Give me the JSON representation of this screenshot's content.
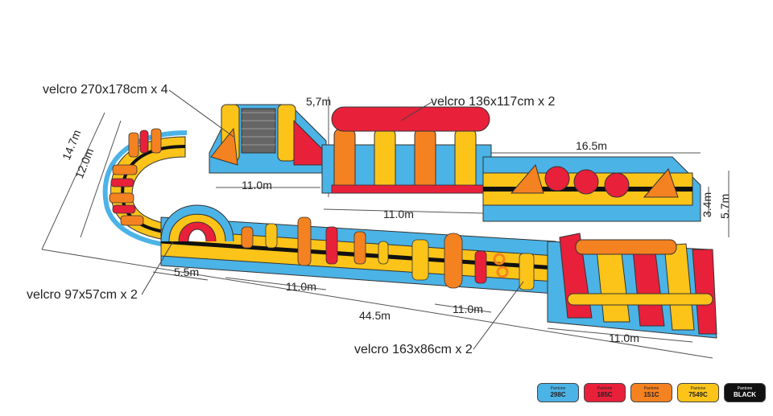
{
  "callouts": {
    "velcro_top_left": "velcro 270x178cm x 4",
    "velcro_top_center": "velcro 136x117cm x 2",
    "velcro_bottom_left": "velcro 97x57cm x 2",
    "velcro_bottom_right": "velcro 163x86cm x 2"
  },
  "dimensions": {
    "height_top": "5,7m",
    "length_right_top": "16.5m",
    "width_outer": "14.7m",
    "width_inner": "12.0m",
    "length_left_top": "11.0m",
    "length_center": "11.0m",
    "height_right_a": "3.4m",
    "height_right_b": "5.7m",
    "length_bottom_left_small": "5.5m",
    "length_bottom_left": "11.0m",
    "length_total": "44.5m",
    "length_bottom_mid": "11.0m",
    "length_bottom_right": "11.0m"
  },
  "palette": [
    {
      "label": "Pantone",
      "code": "298C",
      "color": "#4bb3e6"
    },
    {
      "label": "Pantone",
      "code": "185C",
      "color": "#e8203a"
    },
    {
      "label": "Pantone",
      "code": "151C",
      "color": "#f58220"
    },
    {
      "label": "Pantone",
      "code": "7549C",
      "color": "#fcc419"
    },
    {
      "label": "Pantone",
      "code": "BLACK",
      "color": "#111111"
    }
  ]
}
